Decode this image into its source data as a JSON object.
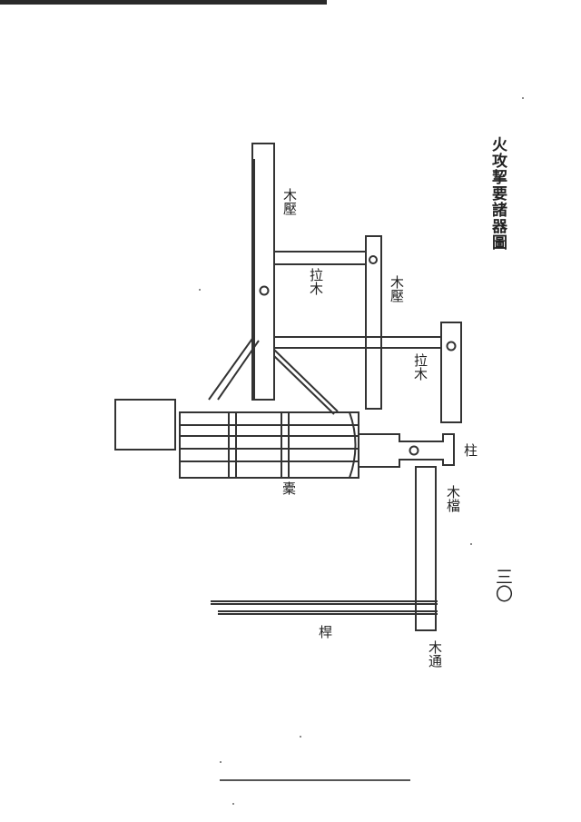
{
  "header": {
    "title": "火攻挈要諸器圖",
    "page_number": "三〇"
  },
  "labels": {
    "left_post": "木壓",
    "left_pull_wood": "拉木",
    "right_post": "木壓",
    "right_pull_wood": "拉木",
    "pivot": "柱",
    "beam": "木檔",
    "bucket": "橐",
    "pull_rod": "桿",
    "base_wood": "木通"
  }
}
